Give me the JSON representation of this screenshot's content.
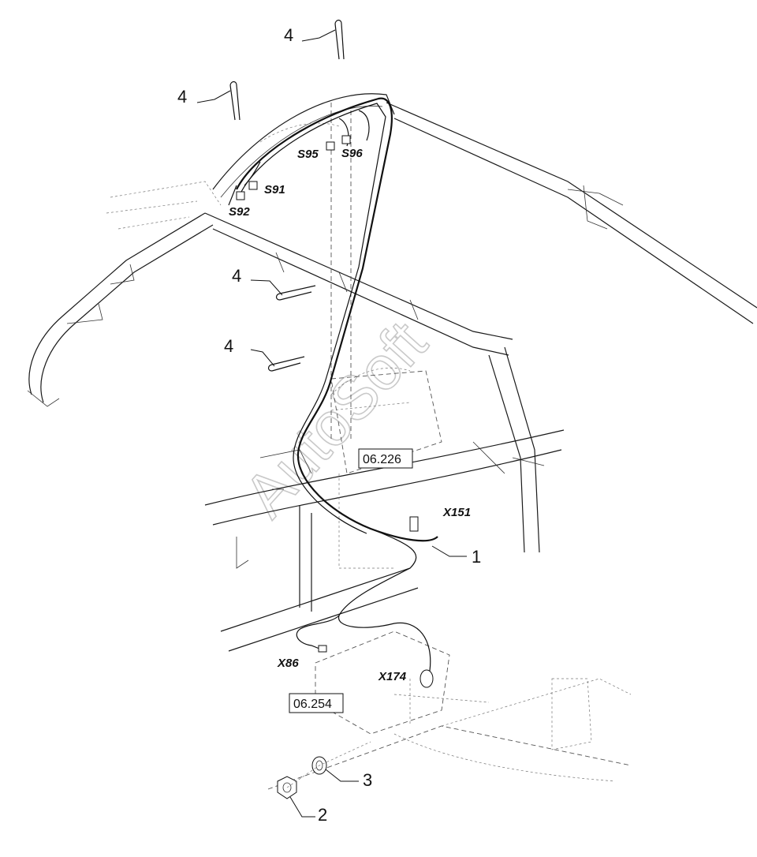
{
  "callouts": {
    "c1": "1",
    "c2": "2",
    "c3": "3",
    "c4a": "4",
    "c4b": "4",
    "c4c": "4",
    "c4d": "4"
  },
  "connectors": {
    "s95": "S95",
    "s96": "S96",
    "s91": "S91",
    "s92": "S92",
    "x151": "X151",
    "x86": "X86",
    "x174": "X174"
  },
  "references": {
    "ref1": "06.226",
    "ref2": "06.254"
  },
  "watermark": {
    "text": "AutoSoft"
  }
}
